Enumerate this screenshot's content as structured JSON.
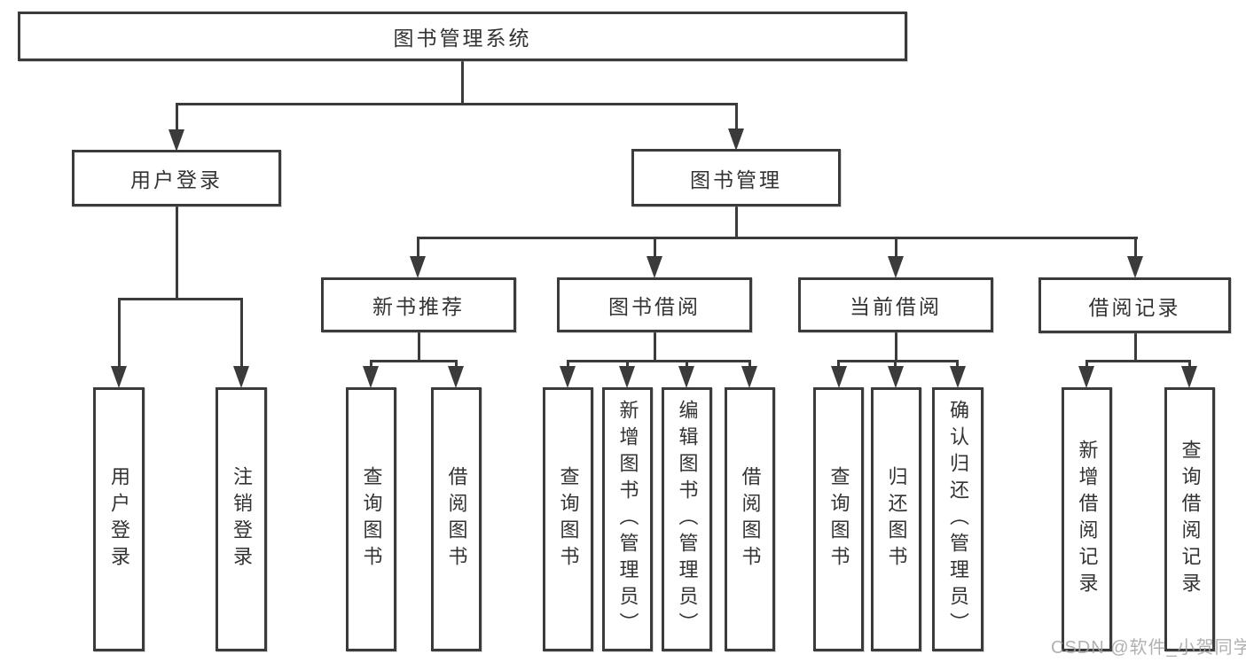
{
  "diagram": {
    "root": "图书管理系统",
    "level2": {
      "user_login": "用户登录",
      "book_management": "图书管理"
    },
    "level3": {
      "new_book_recommend": "新书推荐",
      "book_borrow": "图书借阅",
      "current_borrow": "当前借阅",
      "borrow_records": "借阅记录"
    },
    "leaves": {
      "user_login": [
        "用户登录",
        "注销登录"
      ],
      "new_book_recommend": [
        "查询图书",
        "借阅图书"
      ],
      "book_borrow": [
        "查询图书",
        "新增图书（管理员）",
        "编辑图书（管理员）",
        "借阅图书"
      ],
      "current_borrow": [
        "查询图书",
        "归还图书",
        "确认归还（管理员）"
      ],
      "borrow_records": [
        "新增借阅记录",
        "查询借阅记录"
      ]
    },
    "watermark": "CSDN @软件_小贺同学",
    "colors": {
      "line": "#3b3b3b",
      "text": "#333333",
      "watermark": "#a3a3a3",
      "background": "#ffffff"
    }
  }
}
